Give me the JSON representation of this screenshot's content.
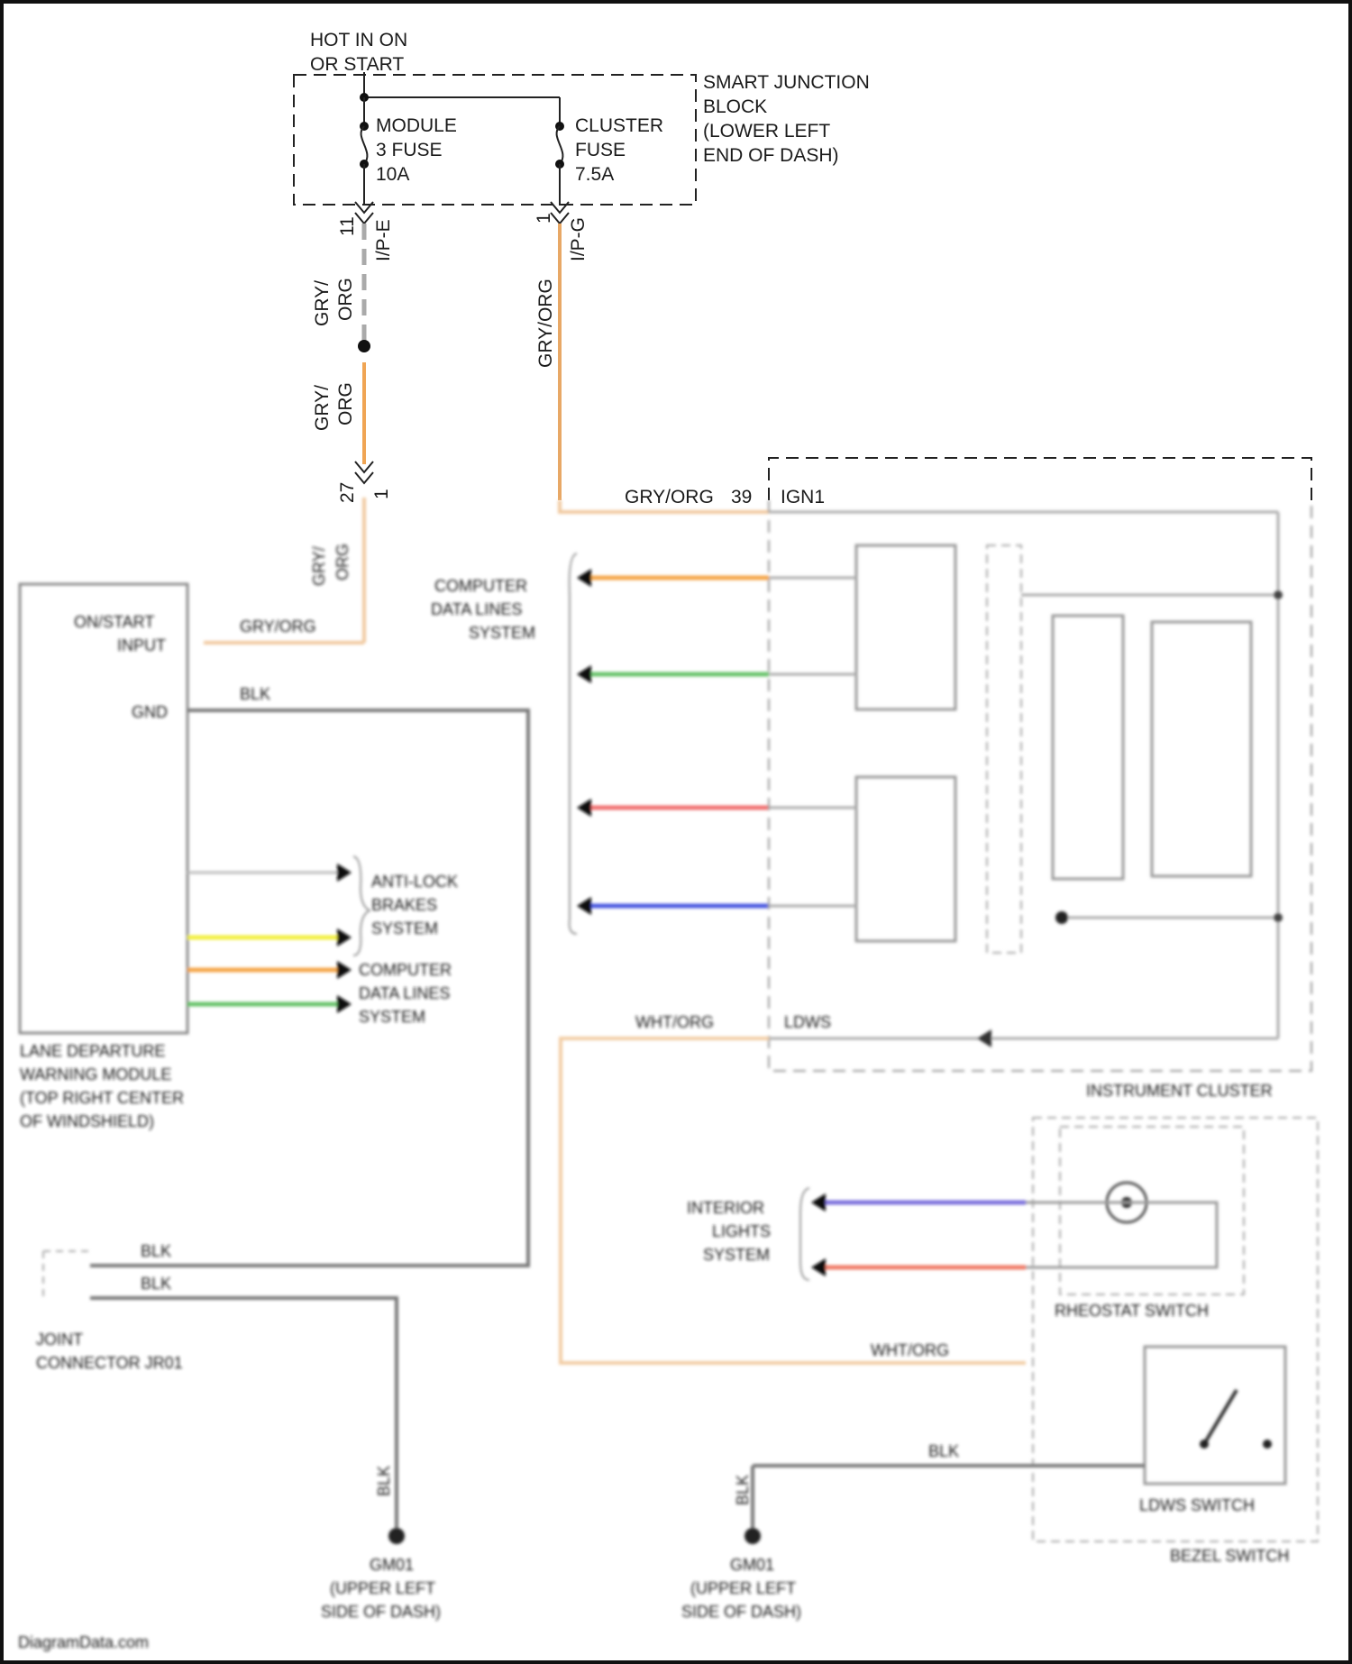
{
  "power": {
    "hot_line1": "HOT IN ON",
    "hot_line2": "OR START",
    "block_line1": "SMART JUNCTION",
    "block_line2": "BLOCK",
    "block_line3": "(LOWER LEFT",
    "block_line4": "END OF DASH)",
    "fuse1_line1": "MODULE",
    "fuse1_line2": "3 FUSE",
    "fuse1_line3": "10A",
    "fuse2_line1": "CLUSTER",
    "fuse2_line2": "FUSE",
    "fuse2_line3": "7.5A"
  },
  "connectors": {
    "ipe_pin": "11",
    "ipe_label": "I/P-E",
    "ipg_pin": "1",
    "ipg_label": "I/P-G",
    "wire_gry1": "GRY/",
    "wire_org1": "ORG",
    "wire_gry2": "GRY/",
    "wire_org2": "ORG",
    "wire_gryorg": "GRY/ORG",
    "pin27": "27",
    "pin1": "1"
  },
  "cluster": {
    "ign_wire": "GRY/ORG",
    "ign_pin": "39",
    "ign_label": "IGN1",
    "data_system_line1": "COMPUTER",
    "data_system_line2": "DATA LINES",
    "data_system_line3": "SYSTEM",
    "ldws_wire": "WHT/ORG",
    "ldws_label": "LDWS",
    "name": "INSTRUMENT CLUSTER"
  },
  "ldw_module": {
    "name_line1": "LANE DEPARTURE",
    "name_line2": "WARNING MODULE",
    "name_line3": "(TOP RIGHT CENTER",
    "name_line4": "OF WINDSHIELD)",
    "onstart_line1": "ON/START",
    "onstart_line2": "INPUT",
    "wire_gryorg": "GRY/ORG",
    "wire_blk": "BLK",
    "gnd_label": "GND",
    "abs_line1": "ANTI-LOCK",
    "abs_line2": "BRAKES",
    "abs_line3": "SYSTEM",
    "cdl_line1": "COMPUTER",
    "cdl_line2": "DATA LINES",
    "cdl_line3": "SYSTEM"
  },
  "joint": {
    "name_line1": "JOINT",
    "name_line2": "CONNECTOR JR01",
    "wire_blk1": "BLK",
    "wire_blk2": "BLK",
    "wire_blk_v": "BLK"
  },
  "grounds": {
    "g1_line1": "GM01",
    "g1_line2": "(UPPER LEFT",
    "g1_line3": "SIDE OF DASH)",
    "g2_line1": "GM01",
    "g2_line2": "(UPPER LEFT",
    "g2_line3": "SIDE OF DASH)",
    "blk_label": "BLK"
  },
  "bezel": {
    "interior_line1": "INTERIOR",
    "interior_line2": "LIGHTS",
    "interior_line3": "SYSTEM",
    "rheostat": "RHEOSTAT SWITCH",
    "wire_whtorg": "WHT/ORG",
    "wire_blk": "BLK",
    "ldws_switch": "LDWS SWITCH",
    "name": "BEZEL SWITCH"
  },
  "footer": {
    "watermark": "DiagramData.com"
  },
  "colors": {
    "org": "#f4a548",
    "grn": "#68c36a",
    "red": "#f06e6e",
    "blu": "#4a57e0",
    "yel": "#f2ef3c",
    "gry": "#808080",
    "blk": "#555555",
    "gryorg": "#e0b07a"
  }
}
